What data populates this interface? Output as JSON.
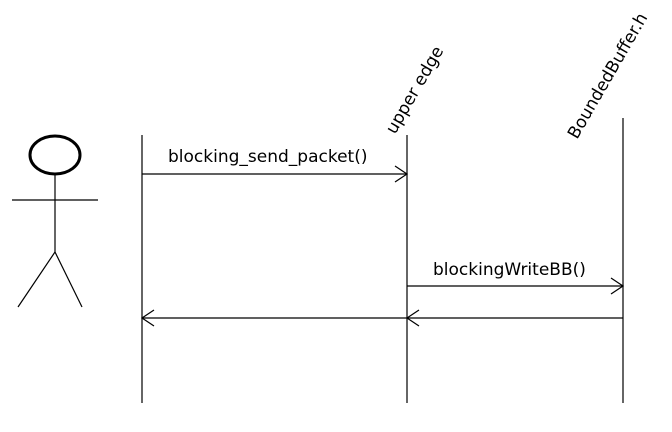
{
  "actor": {
    "icon": "stick-figure-icon"
  },
  "lifelines": [
    {
      "id": "actor-line",
      "title": ""
    },
    {
      "id": "upper-edge",
      "title": "upper edge"
    },
    {
      "id": "bounded-buffer",
      "title": "BoundedBuffer.h"
    }
  ],
  "messages": [
    {
      "label": "blocking_send_packet()",
      "from": "actor-line",
      "to": "upper-edge"
    },
    {
      "label": "blockingWriteBB()",
      "from": "upper-edge",
      "to": "bounded-buffer"
    },
    {
      "label": "",
      "from": "bounded-buffer",
      "to": "upper-edge"
    },
    {
      "label": "",
      "from": "upper-edge",
      "to": "actor-line"
    }
  ]
}
